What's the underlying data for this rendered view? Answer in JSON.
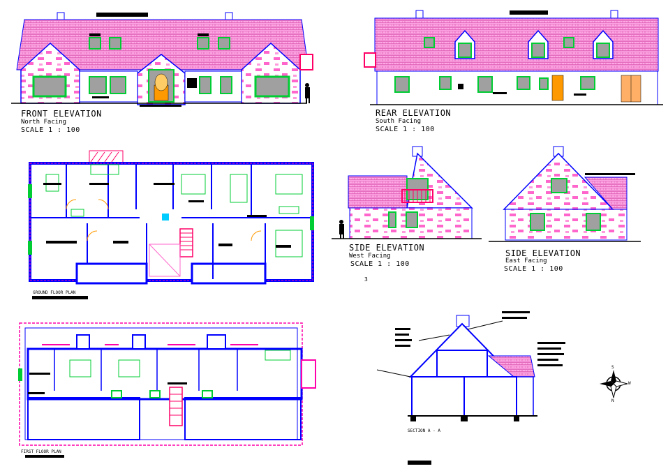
{
  "drawings": {
    "front": {
      "title": "FRONT ELEVATION",
      "facing": "North Facing",
      "scale": "SCALE 1 : 100"
    },
    "rear": {
      "title": "REAR ELEVATION",
      "facing": "South Facing",
      "scale": "SCALE 1 : 100"
    },
    "side_west": {
      "title": "SIDE ELEVATION",
      "facing": "West Facing",
      "scale": "SCALE 1 : 100"
    },
    "side_east": {
      "title": "SIDE ELEVATION",
      "facing": "East Facing",
      "scale": "SCALE 1 : 100"
    },
    "ground_plan": {
      "title": "GROUND FLOOR PLAN"
    },
    "first_plan": {
      "title": "FIRST FLOOR PLAN"
    },
    "section": {
      "title": "SECTION A - A"
    }
  },
  "sheet_number": "3",
  "compass": {
    "north": "N",
    "south": "S",
    "west": "W"
  },
  "colors": {
    "roof": "#ff99dd",
    "stone": "#ff66cc",
    "wall_blue": "#0000ff",
    "window_green": "#00cc33",
    "glass": "#9a9a9a",
    "door": "#ff9900",
    "dimension": "#ff00aa"
  }
}
